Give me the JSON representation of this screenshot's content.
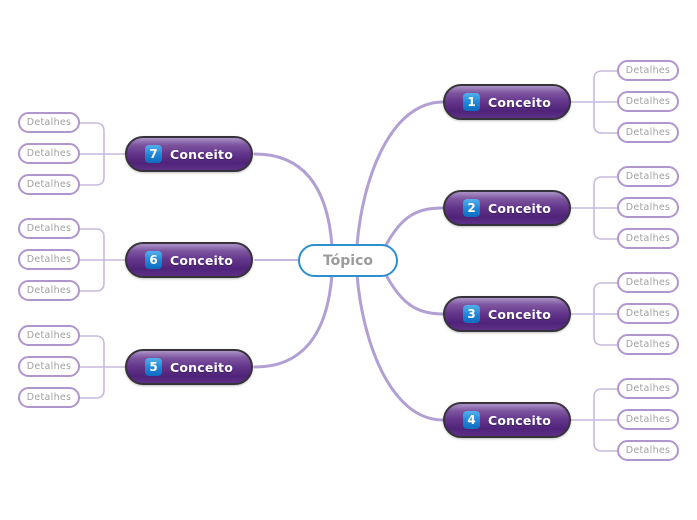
{
  "center": {
    "label": "Tópico"
  },
  "branches": [
    {
      "number": "1",
      "label": "Conceito",
      "side": "right",
      "details": [
        "Detalhes",
        "Detalhes",
        "Detalhes"
      ]
    },
    {
      "number": "2",
      "label": "Conceito",
      "side": "right",
      "details": [
        "Detalhes",
        "Detalhes",
        "Detalhes"
      ]
    },
    {
      "number": "3",
      "label": "Conceito",
      "side": "right",
      "details": [
        "Detalhes",
        "Detalhes",
        "Detalhes"
      ]
    },
    {
      "number": "4",
      "label": "Conceito",
      "side": "right",
      "details": [
        "Detalhes",
        "Detalhes",
        "Detalhes"
      ]
    },
    {
      "number": "7",
      "label": "Conceito",
      "side": "left",
      "details": [
        "Detalhes",
        "Detalhes",
        "Detalhes"
      ]
    },
    {
      "number": "6",
      "label": "Conceito",
      "side": "left",
      "details": [
        "Detalhes",
        "Detalhes",
        "Detalhes"
      ]
    },
    {
      "number": "5",
      "label": "Conceito",
      "side": "left",
      "details": [
        "Detalhes",
        "Detalhes",
        "Detalhes"
      ]
    }
  ],
  "colors": {
    "branch_line": "#b29fd3",
    "detail_line": "#c9badf",
    "concept_gradient_top": "#a992c6",
    "concept_gradient_bottom": "#50237a",
    "concept_border": "#37333b",
    "badge_blue": "#1f85d8",
    "central_border": "#2f8fce",
    "central_text": "#9b9b9b",
    "detail_border": "#b195cf",
    "detail_text": "#a0a0a0"
  }
}
